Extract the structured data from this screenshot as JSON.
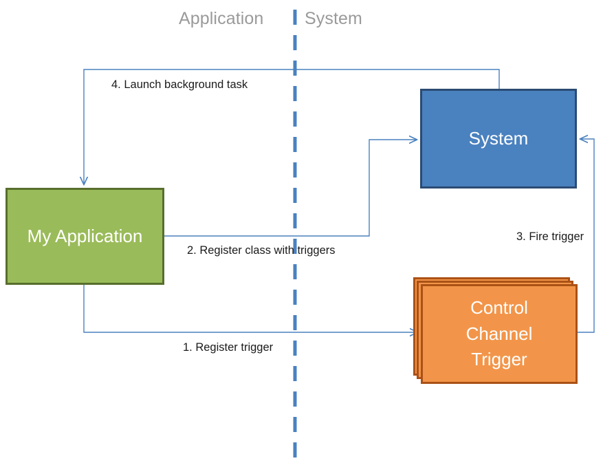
{
  "diagram": {
    "title_lanes": {
      "left": "Application",
      "right": "System"
    },
    "nodes": [
      {
        "id": "my-application",
        "label": "My Application",
        "fill": "#9ABB59",
        "stroke": "#586E2C"
      },
      {
        "id": "system",
        "label": "System",
        "fill": "#4A81BF",
        "stroke": "#2B4B73"
      },
      {
        "id": "control-channel-trigger",
        "label": "Control\nChannel\nTrigger",
        "line1": "Control",
        "line2": "Channel",
        "line3": "Trigger",
        "fill": "#F2954A",
        "stroke": "#AB5116",
        "stacked": true
      }
    ],
    "edges": [
      {
        "id": "edge-1",
        "label": "1. Register trigger",
        "from": "my-application",
        "to": "control-channel-trigger"
      },
      {
        "id": "edge-2",
        "label": "2. Register class with triggers",
        "from": "my-application",
        "to": "system"
      },
      {
        "id": "edge-3",
        "label": "3. Fire trigger",
        "from": "control-channel-trigger",
        "to": "system"
      },
      {
        "id": "edge-4",
        "label": "4. Launch background task",
        "from": "system",
        "to": "my-application"
      }
    ],
    "divider": {
      "name": "application-system-divider",
      "style": "dashed",
      "color": "#4A81BF"
    },
    "colors": {
      "edge_line": "#4A81BF",
      "lane_label": "#9a9a9a",
      "edge_label": "#1a1a1a",
      "background": "#ffffff"
    }
  }
}
